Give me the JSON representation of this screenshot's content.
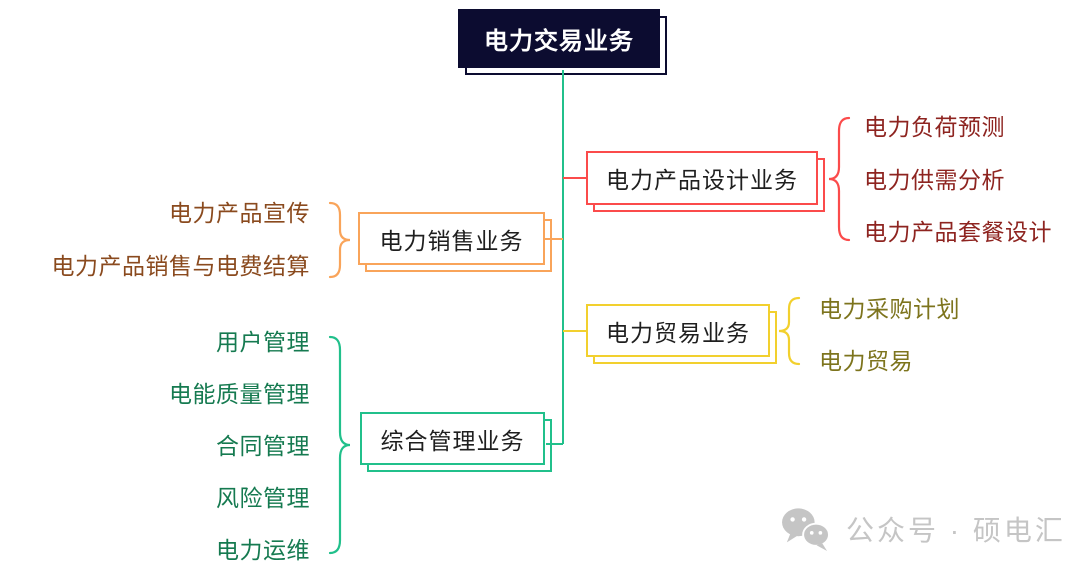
{
  "root": {
    "label": "电力交易业务"
  },
  "branches": [
    {
      "label": "电力产品设计业务",
      "children": [
        "电力负荷预测",
        "电力供需分析",
        "电力产品套餐设计"
      ]
    },
    {
      "label": "电力销售业务",
      "children": [
        "电力产品宣传",
        "电力产品销售与电费结算"
      ]
    },
    {
      "label": "电力贸易业务",
      "children": [
        "电力采购计划",
        "电力贸易"
      ]
    },
    {
      "label": "综合管理业务",
      "children": [
        "用户管理",
        "电能质量管理",
        "合同管理",
        "风险管理",
        "电力运维"
      ]
    }
  ],
  "watermark": {
    "label": "公众号 · 硕电汇",
    "icon": "wechat-icon"
  },
  "colors": {
    "navy": "#0c0c30",
    "red": "#fb4b4b",
    "redDark": "#8e2420",
    "orange": "#f9a45a",
    "orangeDark": "#8a4a1e",
    "yellow": "#f2d02e",
    "yellowDark": "#7d741d",
    "green": "#21c08b",
    "greenDark": "#157a50",
    "wm": "#c5c5c5"
  }
}
